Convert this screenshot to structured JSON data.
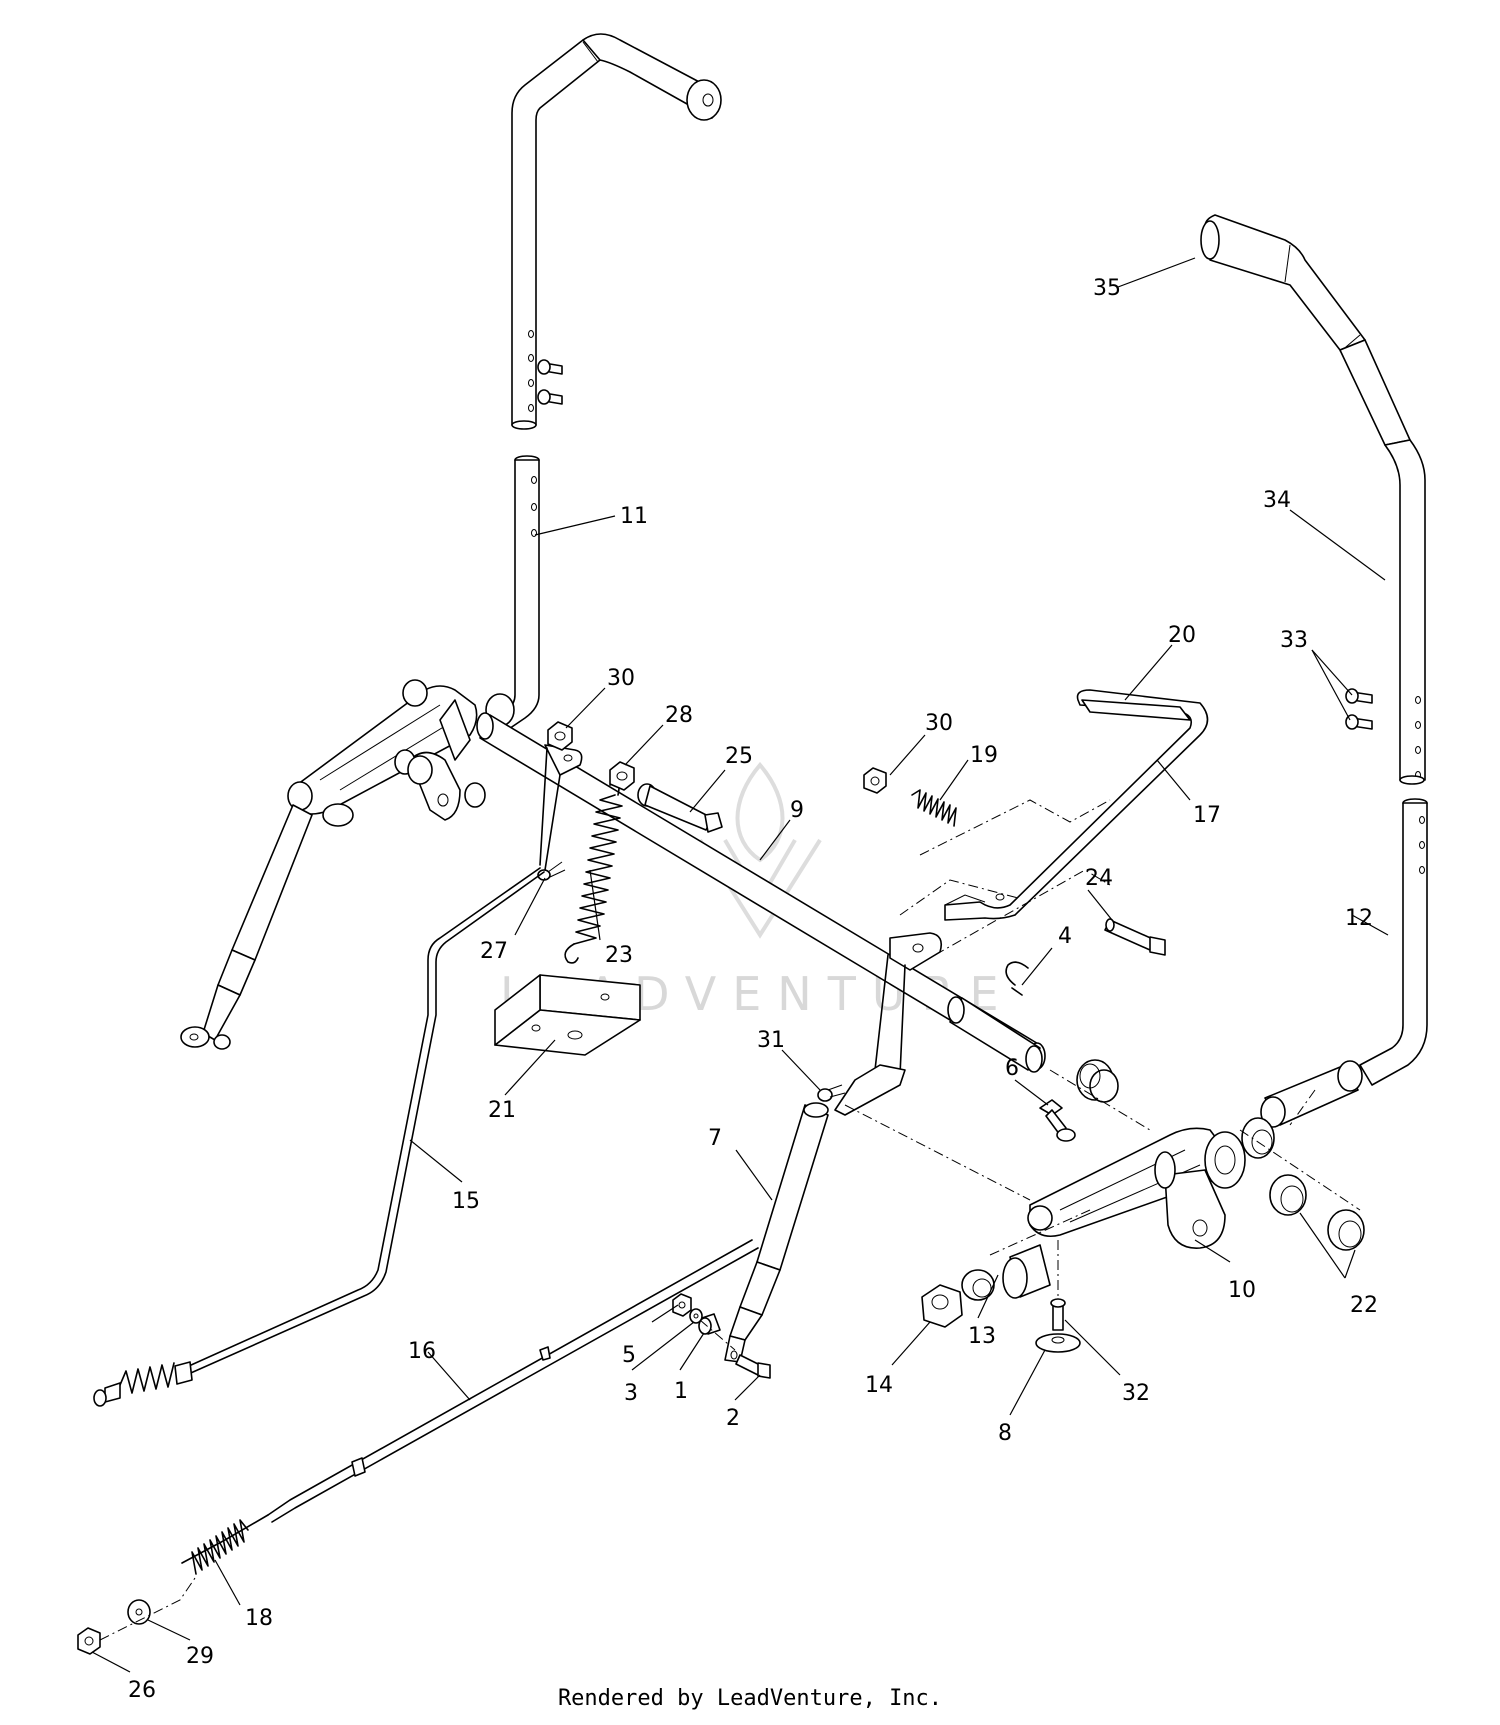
{
  "watermark": "LEADVENTURE",
  "footer": "Rendered by LeadVenture, Inc.",
  "callouts": [
    {
      "id": "35",
      "label": "35"
    },
    {
      "id": "34",
      "label": "34"
    },
    {
      "id": "11",
      "label": "11"
    },
    {
      "id": "33",
      "label": "33"
    },
    {
      "id": "20",
      "label": "20"
    },
    {
      "id": "30a",
      "label": "30"
    },
    {
      "id": "28",
      "label": "28"
    },
    {
      "id": "30b",
      "label": "30"
    },
    {
      "id": "19",
      "label": "19"
    },
    {
      "id": "25",
      "label": "25"
    },
    {
      "id": "9",
      "label": "9"
    },
    {
      "id": "17",
      "label": "17"
    },
    {
      "id": "24",
      "label": "24"
    },
    {
      "id": "12",
      "label": "12"
    },
    {
      "id": "4",
      "label": "4"
    },
    {
      "id": "27",
      "label": "27"
    },
    {
      "id": "23",
      "label": "23"
    },
    {
      "id": "21",
      "label": "21"
    },
    {
      "id": "31",
      "label": "31"
    },
    {
      "id": "6",
      "label": "6"
    },
    {
      "id": "7",
      "label": "7"
    },
    {
      "id": "15",
      "label": "15"
    },
    {
      "id": "10",
      "label": "10"
    },
    {
      "id": "22",
      "label": "22"
    },
    {
      "id": "16",
      "label": "16"
    },
    {
      "id": "5",
      "label": "5"
    },
    {
      "id": "13",
      "label": "13"
    },
    {
      "id": "3",
      "label": "3"
    },
    {
      "id": "1",
      "label": "1"
    },
    {
      "id": "14",
      "label": "14"
    },
    {
      "id": "32",
      "label": "32"
    },
    {
      "id": "2",
      "label": "2"
    },
    {
      "id": "8",
      "label": "8"
    },
    {
      "id": "18",
      "label": "18"
    },
    {
      "id": "29",
      "label": "29"
    },
    {
      "id": "26",
      "label": "26"
    }
  ]
}
